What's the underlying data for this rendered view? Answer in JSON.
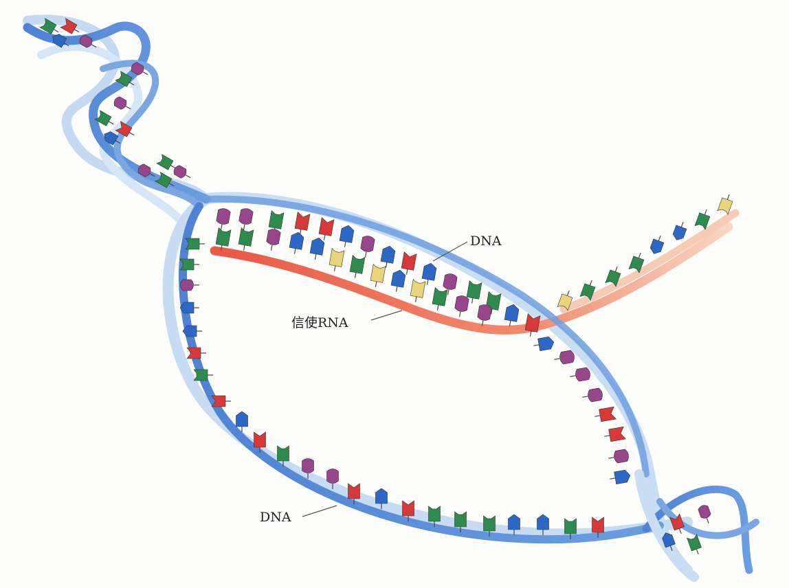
{
  "labels": {
    "dna_top": "DNA",
    "mrna": "信使RNA",
    "dna_bottom": "DNA"
  },
  "colors": {
    "dna_strand": "#5f90d8",
    "dna_strand_light": "#b9d3ef",
    "mrna_strand": "#ef6c55",
    "mrna_strand_faded": "#f6c7b2",
    "base_green": "#2f8a4d",
    "base_magenta": "#97468c",
    "base_blue": "#2c68c4",
    "base_red": "#d73838",
    "base_yellow": "#e8d47a"
  },
  "icons": {
    "base_shapes": [
      "green-notch-base",
      "magenta-round-base",
      "blue-point-base",
      "red-v-base",
      "yellow-u-base"
    ]
  }
}
